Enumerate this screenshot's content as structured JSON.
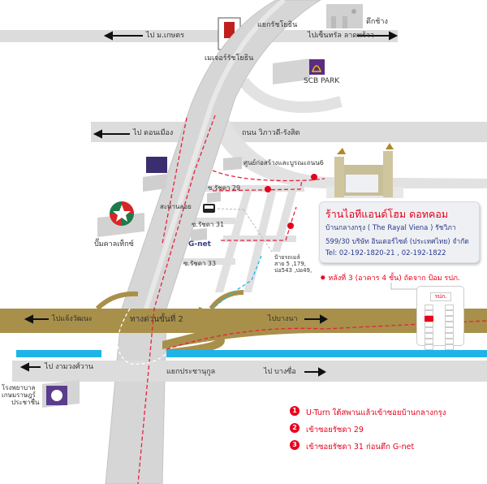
{
  "roads": {
    "to_kasetsart": "ไป ม.เกษตร",
    "ratchayothin_junction": "แยกรัชโยธิน",
    "to_central_ladprao": "ไปเซ็นทรัล ลาดพร้าว",
    "to_don_mueang": "ไป ดอนเมือง",
    "vibhavadi_road": "ถนน วิภาวดี-รังสิต",
    "soi_29": "ซ.รัชดา 29",
    "soi_31": "ซ.รัชดา 31",
    "soi_33": "ซ.รัชดา 33",
    "footbridge": "สะพานลอย",
    "to_chaeng_watthana": "ไปแจ้งวัฒนะ",
    "expressway": "ทางด่วนขั้นที่ 2",
    "to_bang_na": "ไปบางนา",
    "to_ngam_wong_wan": "ไป งามวงศ์วาน",
    "prachanukul_junction": "แยกประชานุกูล",
    "to_bang_sue": "ไป บางซื่อ"
  },
  "landmarks": {
    "major_logo": "MAJOR CINEPLEX",
    "major": "เมเจอร์รัชโยธิน",
    "elephant_building": "ตึกช้าง",
    "scb_park": "SCB PARK",
    "sec_logo": "SEC",
    "road_center": "ศูนย์ก่อสร้างและบูรณะถนน6",
    "caltex": "ปั๊มคาลเท็กซ์",
    "gnet": "G-net",
    "bus_stop": [
      "ป้ายรถเมล์",
      "สาย 5 ,179,",
      "ปอ543 ,ปอ49,"
    ],
    "hospital": [
      "โรงพยาบาล",
      "เกษมราษฎร์",
      "ประชาชื่น"
    ]
  },
  "info": {
    "title": "ร้านไอทีแอนด์โฮม ดอทคอม",
    "line1": "บ้านกลางกรุง  ( The Rayal Viena ) รัชวิภา",
    "line2": "599/30 บริษัท อินเตอร์ไซต์ (ประเทศไทย) จำกัด",
    "line3": "Tel:  02-192-1820-21 , 02-192-1822"
  },
  "note": "หลังที่ 3 (อาคาร 4 ชั้น) ถัดจาก ป้อม รปภ.",
  "floor_plan": {
    "tag": "รปภ.",
    "highlight_row": 3
  },
  "route_markers": [
    "1",
    "2",
    "3"
  ],
  "legend": [
    {
      "num": "1",
      "text": "U-Turn ใต้สพานแล้วเข้าซอยบ้านกลางกรุง"
    },
    {
      "num": "2",
      "text": "เข้าซอยรัชดา 29"
    },
    {
      "num": "3",
      "text": "เข้าซอยรัชดา 31 ก่อนตึก G-net"
    }
  ],
  "colors": {
    "accent": "#e8001c",
    "expressway": "#a8904a",
    "canal": "#1fb4e8",
    "road": "#d9d9d9",
    "text_blue": "#2a3a8a"
  }
}
